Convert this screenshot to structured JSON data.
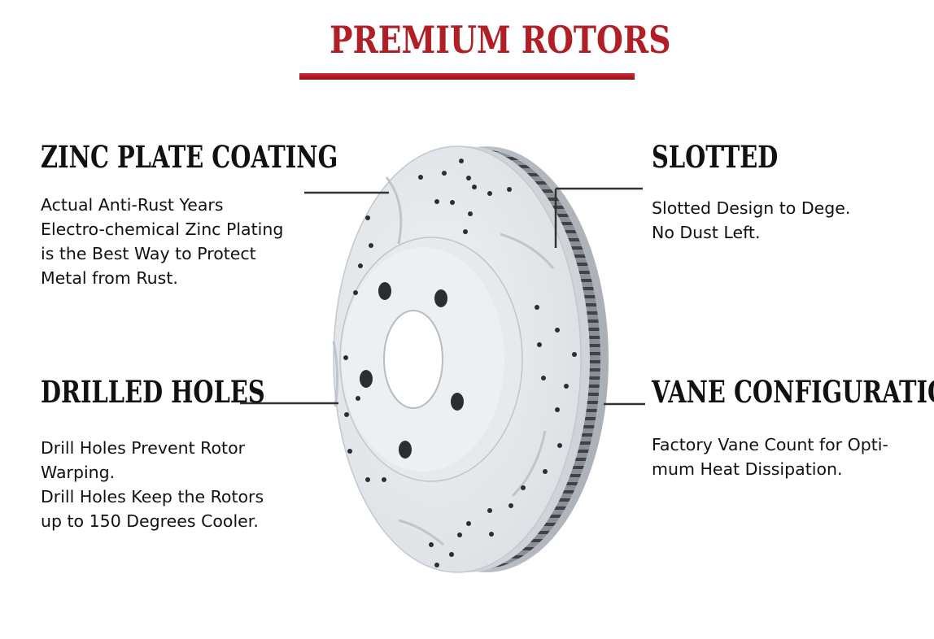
{
  "title": "PREMIUM ROTORS",
  "colors": {
    "accent": "#b01e26",
    "text": "#111111",
    "rotor_face": "#e4e8ec",
    "rotor_vane": "#6d7278"
  },
  "features": {
    "zinc": {
      "heading": "ZINC PLATE COATING",
      "lines": [
        "Actual Anti-Rust Years",
        "Electro-chemical Zinc Plating",
        "is the Best Way to Protect",
        "Metal from Rust."
      ]
    },
    "drilled": {
      "heading": "DRILLED HOLES",
      "lines": [
        "Drill Holes Prevent Rotor",
        "Warping.",
        "Drill Holes Keep the Rotors",
        "up to 150 Degrees Cooler."
      ]
    },
    "slotted": {
      "heading": "SLOTTED",
      "lines": [
        "Slotted Design to Dege.",
        "No Dust Left."
      ]
    },
    "vane": {
      "heading": "VANE CONFIGURATION",
      "lines": [
        "Factory Vane Count for Opti-",
        "mum Heat Dissipation."
      ]
    }
  }
}
